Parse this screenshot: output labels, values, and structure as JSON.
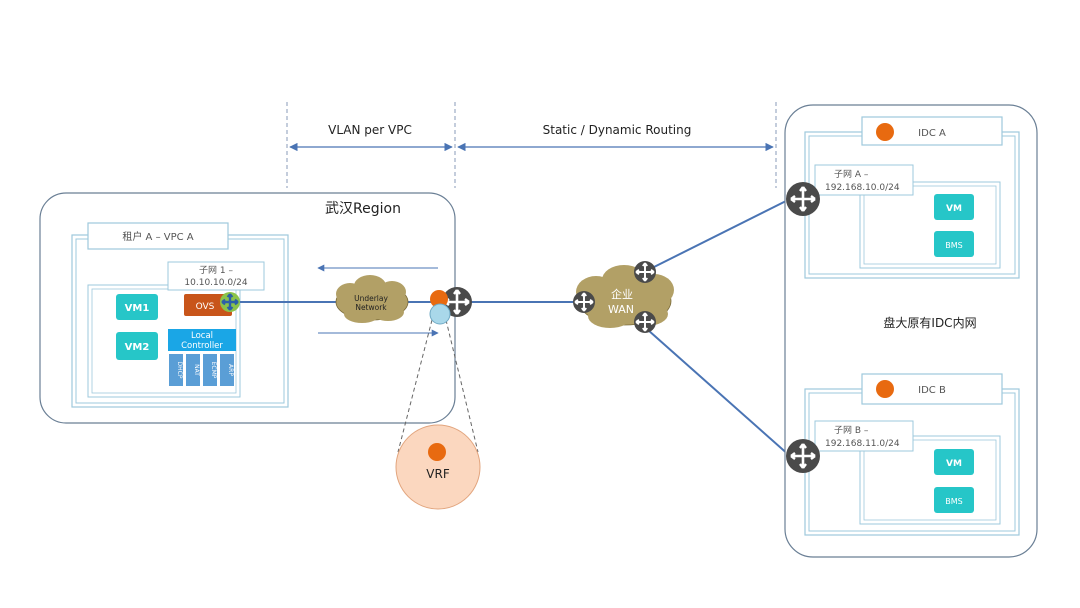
{
  "header": {
    "vlan_label": "VLAN per VPC",
    "routing_label": "Static / Dynamic Routing"
  },
  "region": {
    "title": "武汉Region",
    "tenant_label": "租户 A – VPC A",
    "subnet_label_line1": "子网 1 –",
    "subnet_label_line2": "10.10.10.0/24",
    "vm1": "VM1",
    "vm2": "VM2",
    "ovs": "OVS",
    "local_controller_line1": "Local",
    "local_controller_line2": "Controller",
    "modules": [
      "DHCP",
      "NAT",
      "ECMP",
      "ARP"
    ]
  },
  "underlay": {
    "line1": "Underlay",
    "line2": "Network"
  },
  "vrf": {
    "label": "VRF"
  },
  "wan": {
    "line1": "企业",
    "line2": "WAN"
  },
  "idc_site": {
    "title": "盘大原有IDC内网",
    "idc_a": {
      "label": "IDC A",
      "subnet_line1": "子网 A –",
      "subnet_line2": "192.168.10.0/24",
      "vm": "VM",
      "bms": "BMS"
    },
    "idc_b": {
      "label": "IDC B",
      "subnet_line1": "子网 B –",
      "subnet_line2": "192.168.11.0/24",
      "vm": "VM",
      "bms": "BMS"
    }
  },
  "colors": {
    "teal": "#26c6c8",
    "orange": "#e86a10",
    "ovs_orange": "#c8551a",
    "controller_blue": "#1aa6e6",
    "link_blue": "#4a74b4",
    "box_border": "#9ec9dc",
    "router_dark": "#4a4a4a",
    "cloud_fill": "#b2a066",
    "vrf_fill": "#fbd7bf"
  }
}
